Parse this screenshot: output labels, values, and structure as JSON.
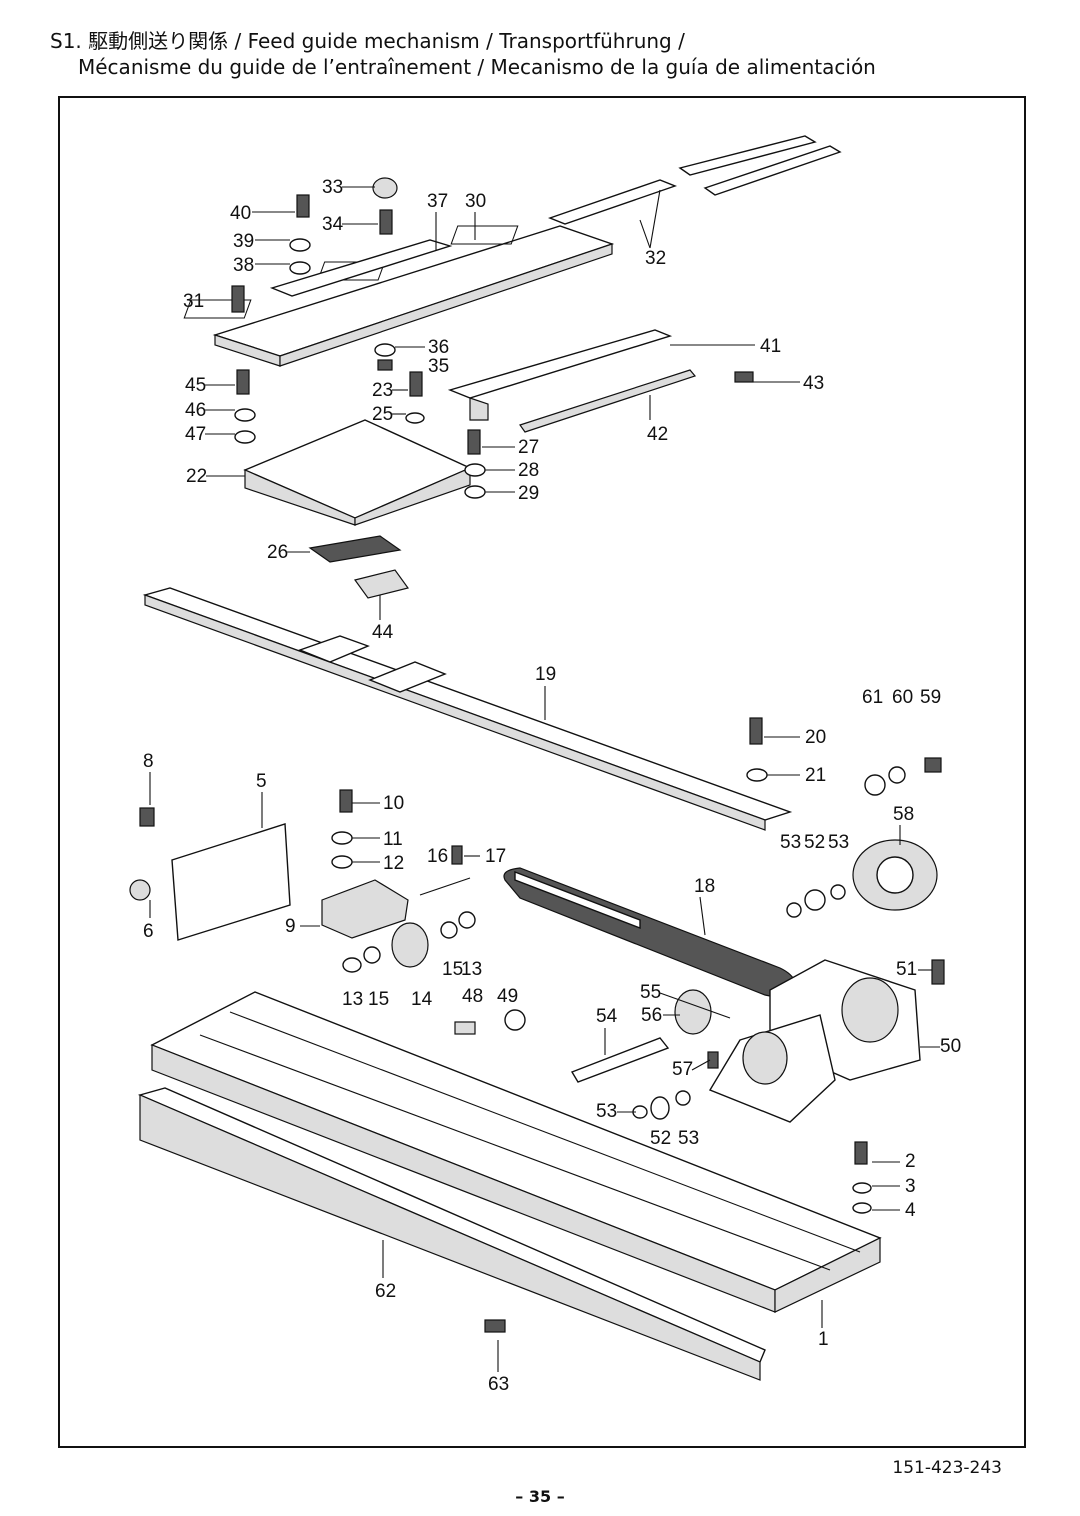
{
  "title": {
    "line1": "S1. 駆動側送り関係 / Feed guide mechanism / Transportführung /",
    "line2": "Mécanisme du guide de l’entraînement / Mecanismo de la guía de alimentación"
  },
  "diagram": {
    "callouts": [
      "1",
      "2",
      "3",
      "4",
      "5",
      "6",
      "8",
      "9",
      "10",
      "11",
      "12",
      "13",
      "13",
      "14",
      "15",
      "15",
      "16",
      "17",
      "18",
      "19",
      "20",
      "21",
      "22",
      "23",
      "25",
      "26",
      "27",
      "28",
      "29",
      "30",
      "31",
      "32",
      "33",
      "34",
      "35",
      "36",
      "37",
      "38",
      "39",
      "40",
      "41",
      "42",
      "43",
      "44",
      "45",
      "46",
      "47",
      "48",
      "49",
      "50",
      "51",
      "52",
      "52",
      "53",
      "53",
      "53",
      "53",
      "54",
      "55",
      "56",
      "57",
      "58",
      "59",
      "60",
      "61",
      "62",
      "63"
    ]
  },
  "footer": {
    "drawing_code": "151-423-243",
    "page_number": "– 35 –"
  }
}
